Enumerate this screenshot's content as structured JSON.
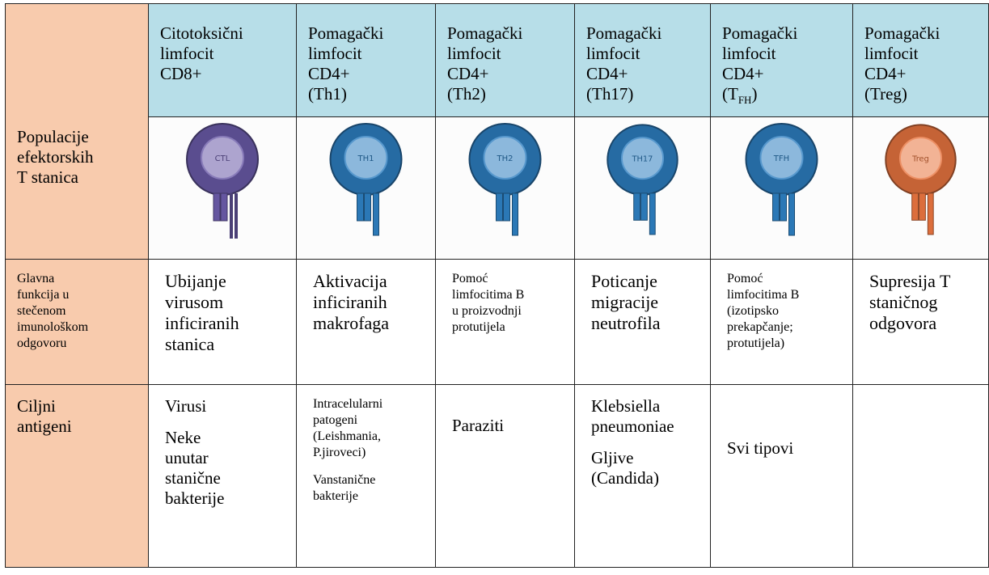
{
  "row_labels": {
    "population": "Populacije\nefektorskih\nT stanica",
    "function": "Glavna\nfunkcija u\nstečenom\nimunološkom\nodgovoru",
    "targets": "Ciljni\nantigeni"
  },
  "columns": [
    {
      "head_lines": "Citotoksični\nlimfocit\nCD8+",
      "cell_label": "CTL",
      "cell_color": "#6a5aa8",
      "function": "Ubijanje\nvirusom\ninficiranih\nstanica",
      "targets": [
        "Virusi",
        "Neke\nunutar\nstanične\nbakterije"
      ]
    },
    {
      "head_lines": "Pomagački\nlimfocit\nCD4+\n(Th1)",
      "cell_label": "TH1",
      "cell_color": "#2d7ec0",
      "function": "Aktivacija\ninficiranih\nmakrofaga",
      "targets": [
        "Intracelularni\npatogeni\n(Leishmania,\nP.jiroveci)",
        "Vanstanične\nbakterije"
      ]
    },
    {
      "head_lines": "Pomagački\nlimfocit\nCD4+\n(Th2)",
      "cell_label": "TH2",
      "cell_color": "#2d7ec0",
      "function": "Pomoć\nlimfocitima B\nu proizvodnji\nprotutijela",
      "targets": [
        "Paraziti"
      ]
    },
    {
      "head_lines": "Pomagački\nlimfocit\nCD4+\n(Th17)",
      "cell_label": "TH17",
      "cell_color": "#2d7ec0",
      "function": "Poticanje\nmigracije\nneutrofila",
      "targets": [
        "Klebsiella\npneumoniae",
        "Gljive\n(Candida)"
      ]
    },
    {
      "head_main": "Pomagački\nlimfocit\nCD4+\n(T",
      "head_sub": "FH",
      "head_end": ")",
      "cell_label": "TFH",
      "cell_color": "#2d7ec0",
      "function": "Pomoć\nlimfocitima B\n(izotipsko\nprekapčanje;\nprotutijela)",
      "targets": [
        "Svi tipovi"
      ]
    },
    {
      "head_lines": "Pomagački\nlimfocit\nCD4+\n(Treg)",
      "cell_label": "Treg",
      "cell_color": "#e8743f",
      "function": "Supresija T\nstaničnog\nodgovora",
      "targets": []
    }
  ]
}
